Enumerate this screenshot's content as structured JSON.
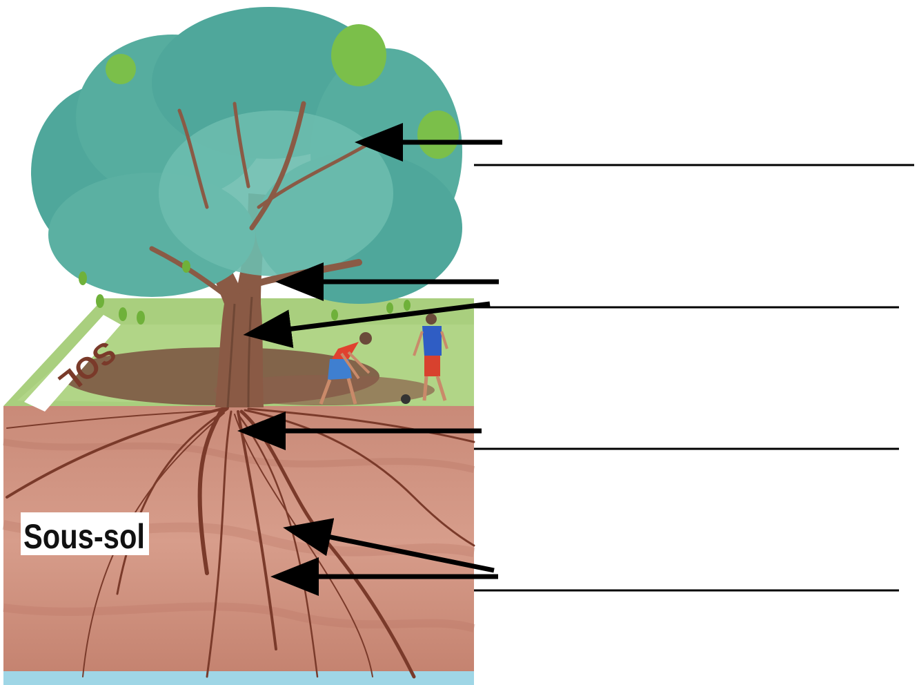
{
  "labels": {
    "sol": "SOL",
    "sous_sol": "Sous-sol"
  },
  "colors": {
    "foliage": "#4fa79b",
    "foliage_light": "#7cc7b6",
    "foliage_accent": "#7bbf4a",
    "trunk": "#8a5a45",
    "trunk_dark": "#5d3a2b",
    "grass": "#a9cf7e",
    "litter": "#7a5040",
    "subsoil": "#c98a78",
    "subsoil_dark": "#b06a58",
    "root": "#7a3a2a",
    "water": "#9fd6e6",
    "arrow": "#000000",
    "answer_line": "#000000"
  },
  "figures": {
    "left_child": "child-picking-up",
    "right_child": "child-standing"
  }
}
